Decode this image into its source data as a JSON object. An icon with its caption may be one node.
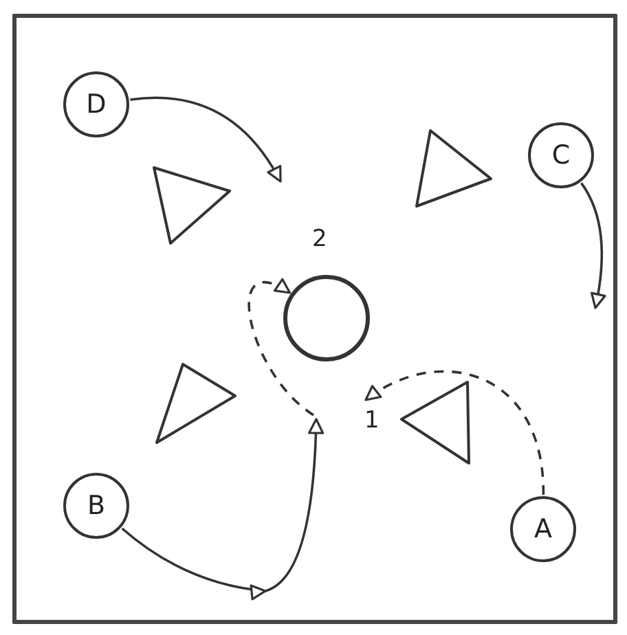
{
  "diagram": {
    "nodes": [
      {
        "text": [
          "D"
        ]
      },
      {
        "text": [],
        "shape": "triangle"
      },
      {
        "text": [],
        "shape": "triangle"
      },
      {
        "text": [
          "C"
        ]
      },
      {
        "text": [],
        "shape": "circle"
      },
      {
        "text": [],
        "shape": "triangle"
      },
      {
        "text": [],
        "shape": "triangle"
      },
      {
        "text": [
          "B"
        ]
      },
      {
        "text": [
          "A"
        ]
      }
    ],
    "edges": [
      {
        "from": 0,
        "to": null,
        "arrow": "to"
      },
      {
        "from": 3,
        "to": null,
        "arrow": "to"
      },
      {
        "from": 7,
        "to": null,
        "arrow": "to"
      },
      {
        "from": 8,
        "to": null,
        "arrow": "to",
        "label": "1",
        "style": "dashed"
      },
      {
        "from": null,
        "to": 4,
        "arrow": "to",
        "label": "2",
        "style": "dashed"
      }
    ]
  }
}
